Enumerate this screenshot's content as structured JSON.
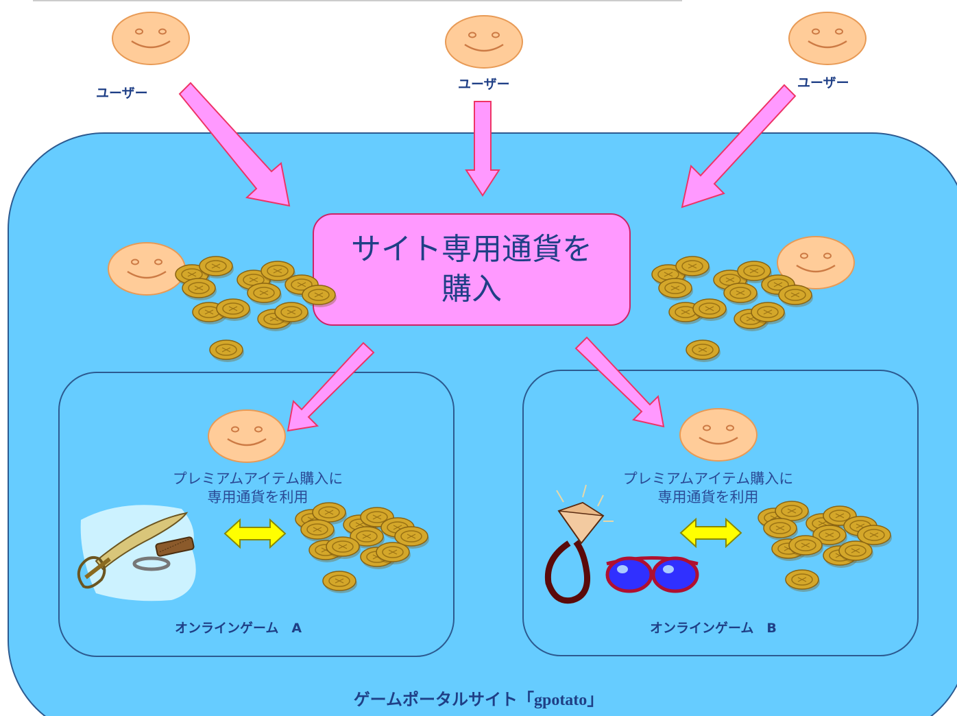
{
  "users": [
    {
      "label": "ユーザー"
    },
    {
      "label": "ユーザー"
    },
    {
      "label": "ユーザー"
    }
  ],
  "center": {
    "line1": "サイト専用通貨を",
    "line2": "購入"
  },
  "games": [
    {
      "note_line1": "プレミアムアイテム購入に",
      "note_line2": "専用通貨を利用",
      "name": "オンラインゲーム　A"
    },
    {
      "note_line1": "プレミアムアイテム購入に",
      "note_line2": "専用通貨を利用",
      "name": "オンラインゲーム　B"
    }
  ],
  "portal": {
    "label_prefix": "ゲームポータルサイト「",
    "label_name": "gpotato",
    "label_suffix": "」"
  },
  "colors": {
    "portal_bg": "#66ccff",
    "center_box": "#ff99ff",
    "arrow_fill": "#ff99ff",
    "arrow_stroke": "#ee3366",
    "face_fill": "#ffcc99",
    "face_stroke": "#e89a55",
    "coin": "#d4a72a",
    "text": "#1f3f86",
    "double_arrow": "#ffff00"
  },
  "icons": [
    "smiley-face-icon",
    "coin-pile-icon",
    "sword-icon",
    "comb-icon",
    "ring-icon",
    "diamond-ring-icon",
    "sunglasses-icon",
    "double-arrow-icon"
  ]
}
